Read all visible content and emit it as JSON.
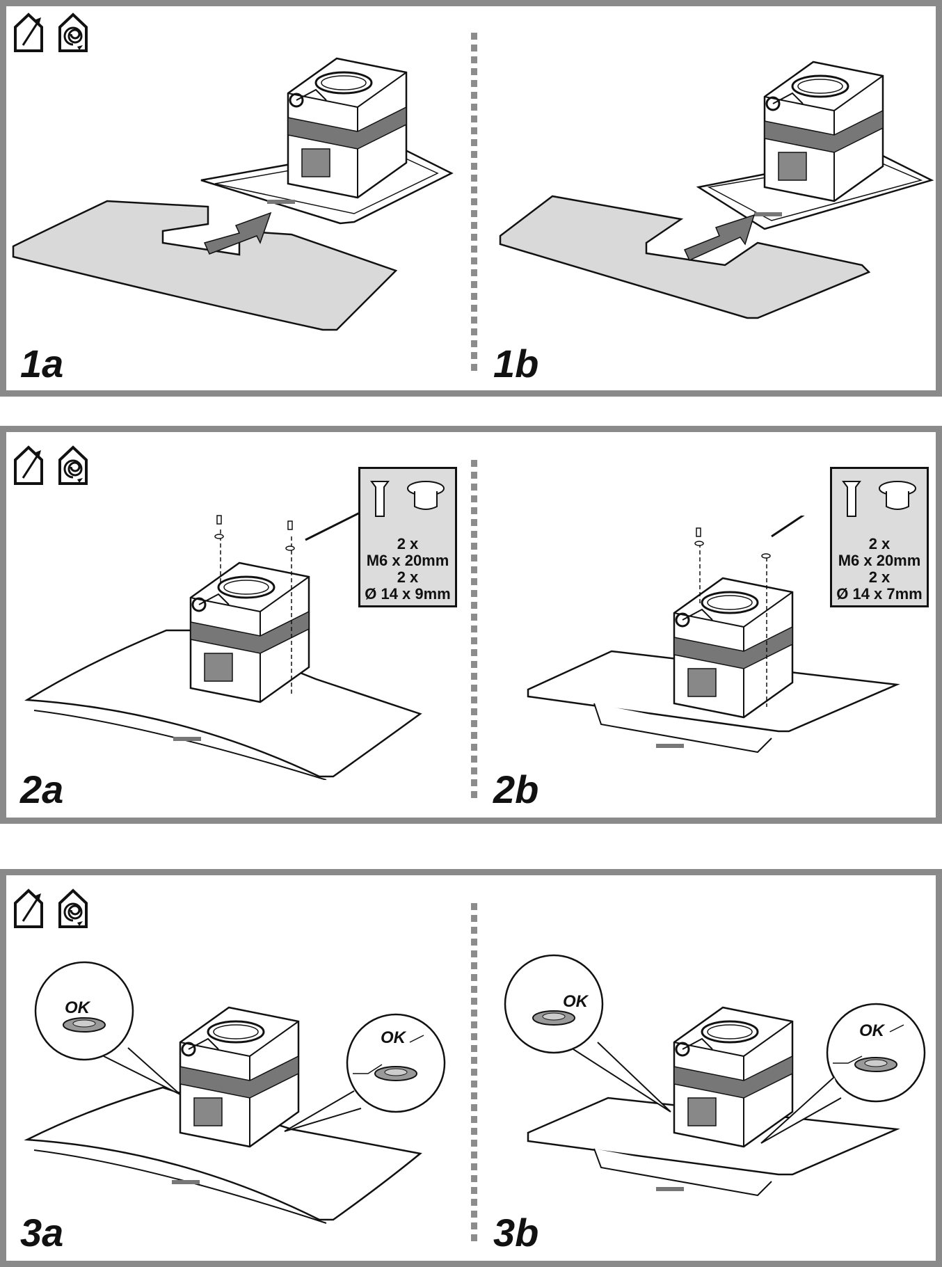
{
  "steps": [
    {
      "a_label": "1a",
      "b_label": "1b"
    },
    {
      "a_label": "2a",
      "b_label": "2b"
    },
    {
      "a_label": "3a",
      "b_label": "3b"
    }
  ],
  "mode_icons": [
    "exhaust-mode-icon",
    "recirculation-mode-icon"
  ],
  "step2": {
    "a_spec": [
      "2 x",
      "M6 x 20mm",
      "2 x",
      "Ø 14 x 9mm"
    ],
    "b_spec": [
      "2 x",
      "M6 x 20mm",
      "2 x",
      "Ø 14 x 7mm"
    ]
  },
  "step3": {
    "ok_label": "OK"
  },
  "colors": {
    "frame": "#8a8a8a",
    "panel_fill": "#d9d9d9",
    "tape": "#777777",
    "callout_fill": "#dcdcdc",
    "ink": "#111111"
  }
}
